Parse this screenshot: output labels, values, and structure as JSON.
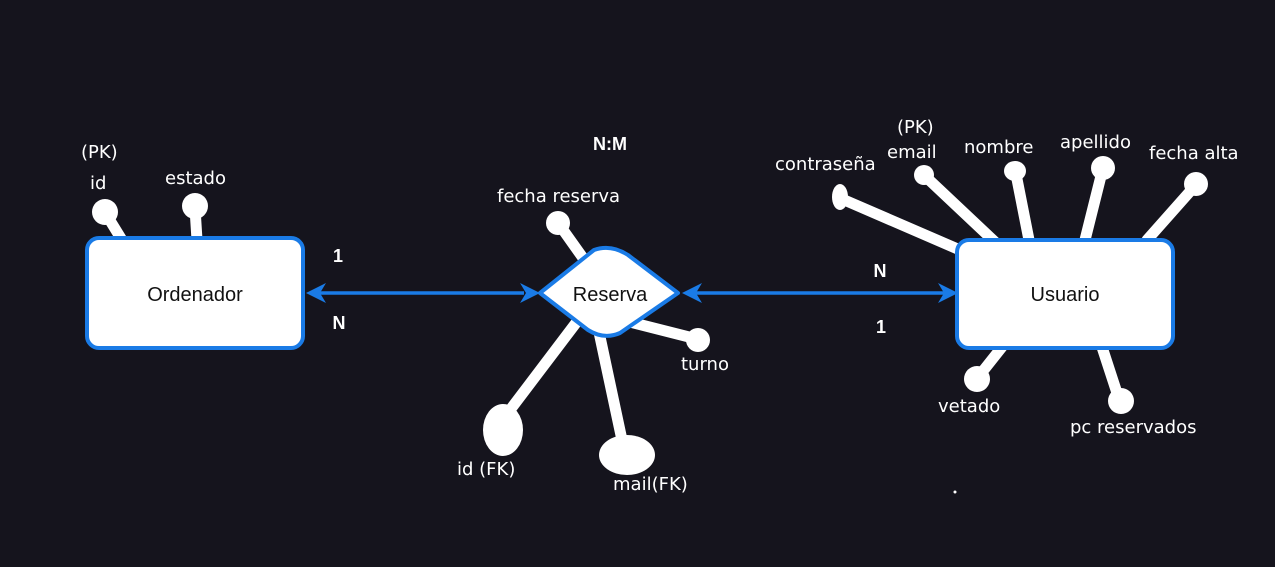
{
  "entities": {
    "ordenador": {
      "name": "Ordenador",
      "attributes": {
        "id": {
          "marker": "(PK)",
          "label": "id"
        },
        "estado": "estado"
      }
    },
    "usuario": {
      "name": "Usuario",
      "attributes": {
        "contrasena": "contraseña",
        "email": {
          "marker": "(PK)",
          "label": "email"
        },
        "nombre": "nombre",
        "apellido": "apellido",
        "fecha_alta": "fecha alta",
        "vetado": "vetado",
        "pc_reservados": "pc reservados"
      }
    }
  },
  "relationship": {
    "name": "Reserva",
    "type_label": "N:M",
    "attributes": {
      "fecha_reserva": "fecha reserva",
      "turno": "turno",
      "id_fk": "id (FK)",
      "mail_fk": "mail(FK)"
    }
  },
  "cardinalities": {
    "ordenador_top": "1",
    "ordenador_bottom": "N",
    "usuario_top": "N",
    "usuario_bottom": "1"
  },
  "colors": {
    "background": "#15141d",
    "link": "#1a7be6",
    "shape_fill": "#ffffff",
    "attribute": "#ffffff"
  }
}
